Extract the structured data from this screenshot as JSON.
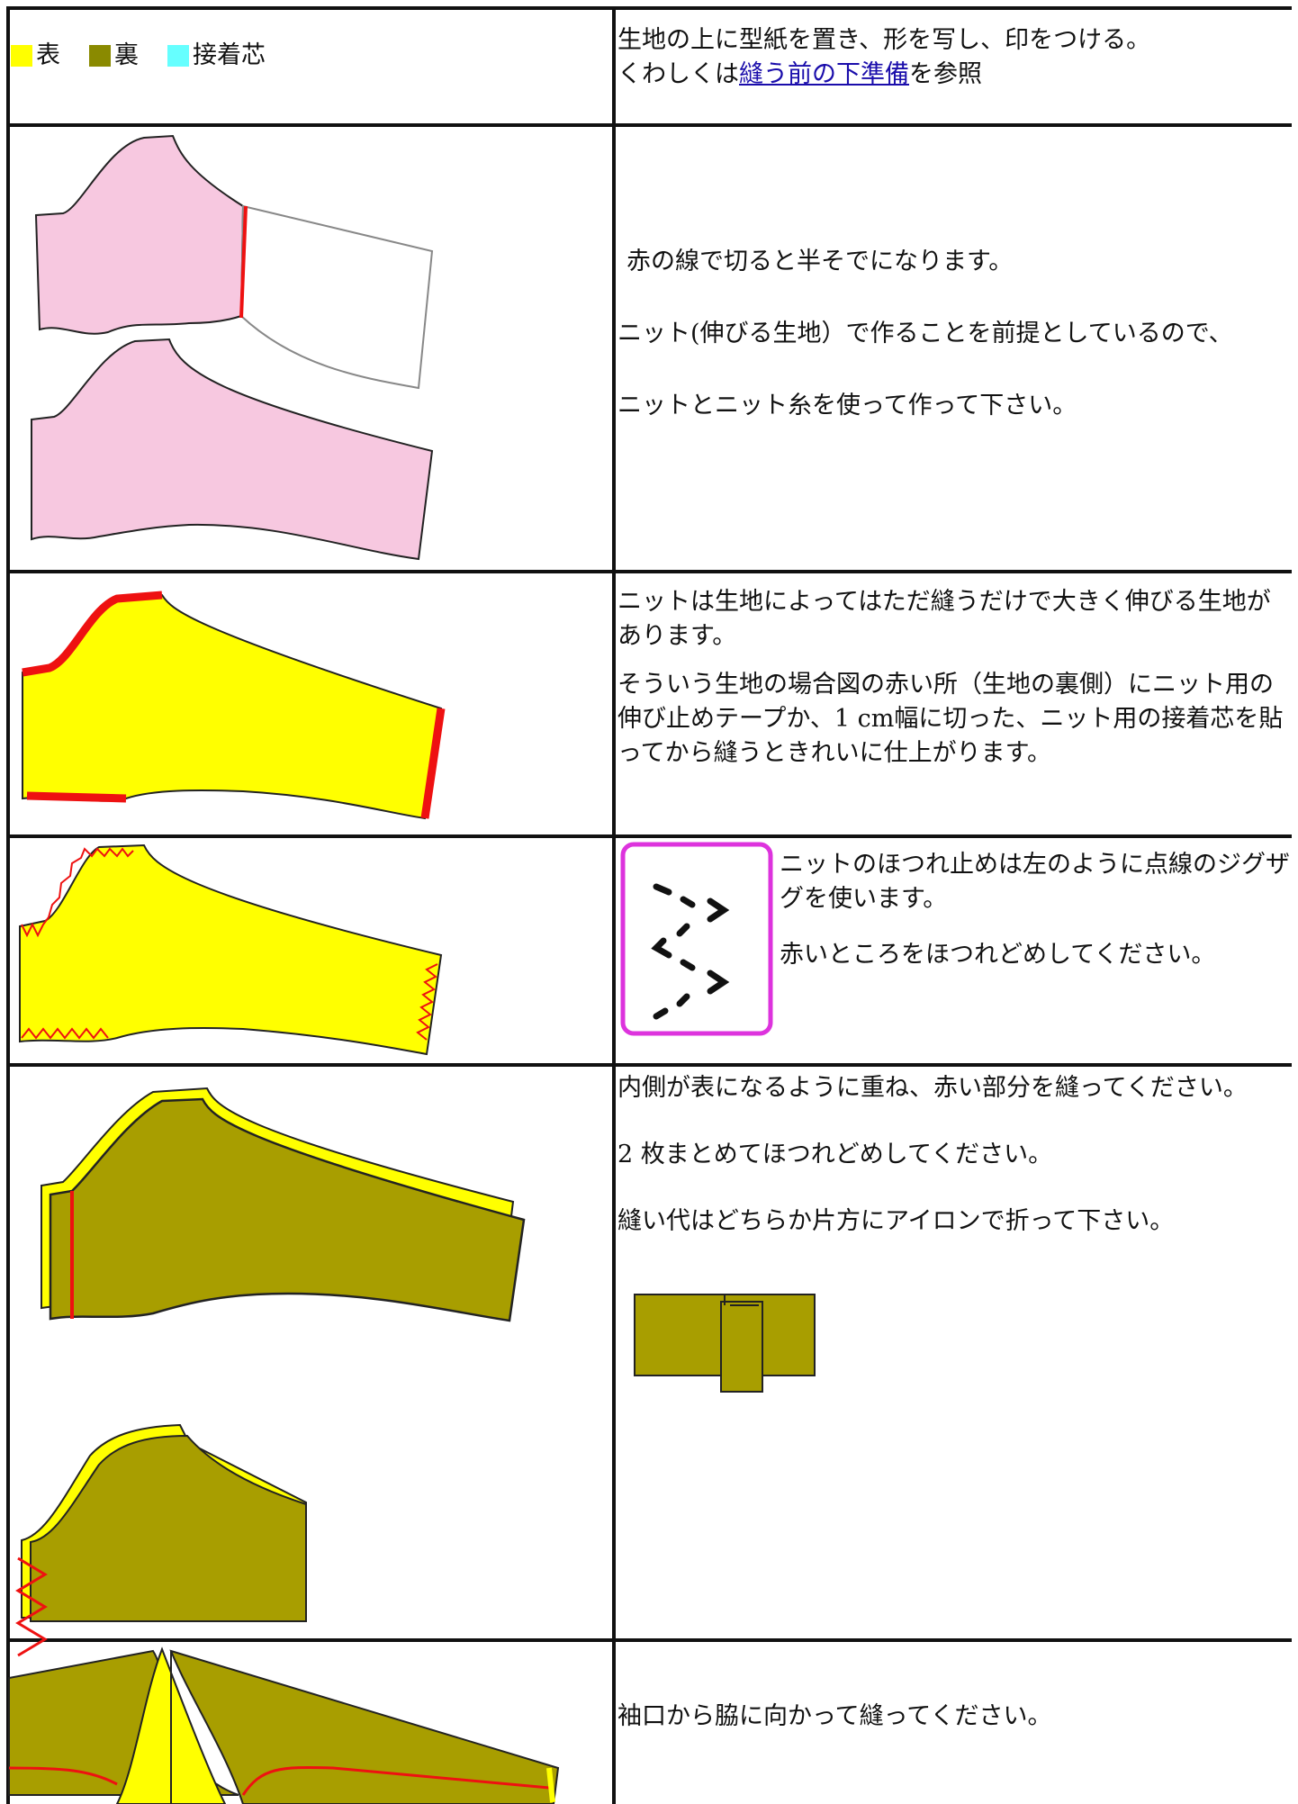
{
  "legend": {
    "items": [
      {
        "label": "表",
        "color": "#ffff00"
      },
      {
        "label": "裏",
        "color": "#8a8a00"
      },
      {
        "label": "接着芯",
        "color": "#66ffff"
      }
    ]
  },
  "row1": {
    "line1": "生地の上に型紙を置き、形を写し、印をつける。",
    "line2_prefix": "くわしくは",
    "line2_link": "縫う前の下準備",
    "line2_suffix": "を参照"
  },
  "row2": {
    "p1": "赤の線で切ると半そでになります。",
    "p2": "ニット(伸びる生地）で作ることを前提としているので、",
    "p3": "ニットとニット糸を使って作って下さい。"
  },
  "row3": {
    "p1": "ニットは生地によってはただ縫うだけで大きく伸びる生地があります。",
    "p2": "そういう生地の場合図の赤い所（生地の裏側）にニット用の伸び止めテープか、1 cm幅に切った、ニット用の接着芯を貼ってから縫うときれいに仕上がります。"
  },
  "row4": {
    "p1": "ニットのほつれ止めは左のように点線のジグザグを使います。",
    "p2": "赤いところをほつれどめしてください。"
  },
  "row5": {
    "p1": "内側が表になるように重ね、赤い部分を縫ってください。",
    "p2": "2 枚まとめてほつれどめしてください。",
    "p3": "縫い代はどちらか片方にアイロンで折って下さい。"
  },
  "row6": {
    "p1": "袖口から脇に向かって縫ってください。"
  },
  "colors": {
    "pink": "#f7c8e0",
    "yellow": "#ffff00",
    "olive": "#a89e00",
    "red": "#ee1111",
    "magenta": "#dd33dd"
  }
}
